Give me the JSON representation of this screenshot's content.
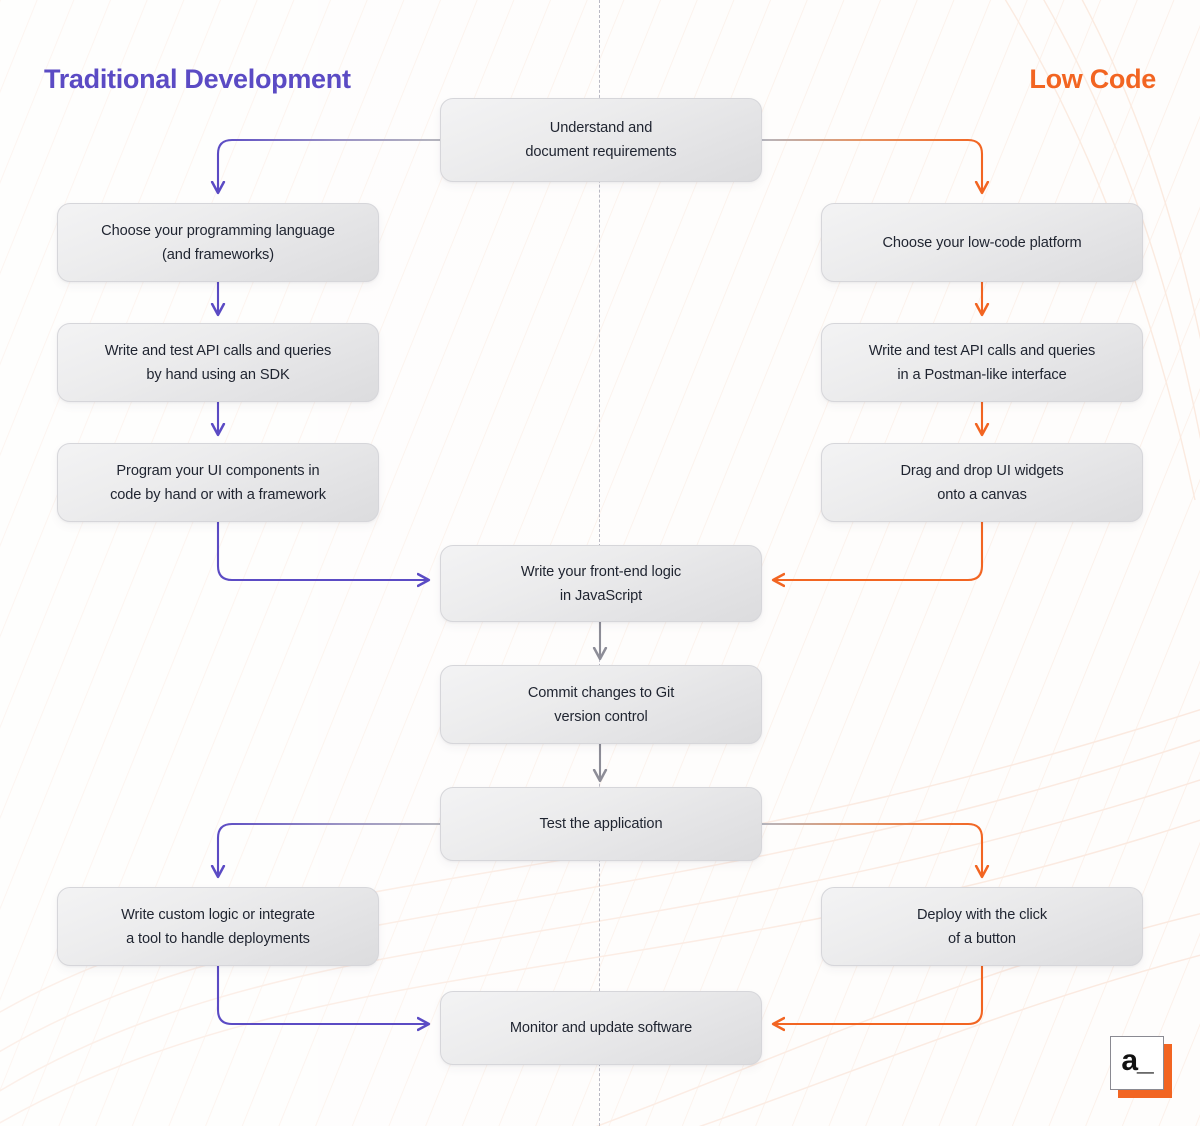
{
  "diagram": {
    "type": "flowchart",
    "title_left": "Traditional Development",
    "title_right": "Low Code",
    "colors": {
      "left_accent": "#5B4BC4",
      "right_accent": "#F26522",
      "neutral_connector": "#9a9aa4",
      "node_text": "#1f2430",
      "background": "#fefdfc"
    },
    "nodes": {
      "start": "Understand and\ndocument requirements",
      "left_1": "Choose your programming language\n(and frameworks)",
      "left_2": "Write and test API calls and queries\nby hand using an SDK",
      "left_3": "Program your UI components in\ncode by hand or with a framework",
      "right_1": "Choose your low-code platform",
      "right_2": "Write and test API calls and queries\nin a Postman-like interface",
      "right_3": "Drag and drop UI widgets\nonto a canvas",
      "mid_1": "Write your front-end logic\nin JavaScript",
      "mid_2": "Commit changes to Git\nversion control",
      "mid_3": "Test the application",
      "left_4": "Write custom logic or integrate\na tool to handle deployments",
      "right_4": "Deploy with the click\nof a button",
      "end": "Monitor and update software"
    },
    "logo": {
      "mark": "a_"
    }
  }
}
